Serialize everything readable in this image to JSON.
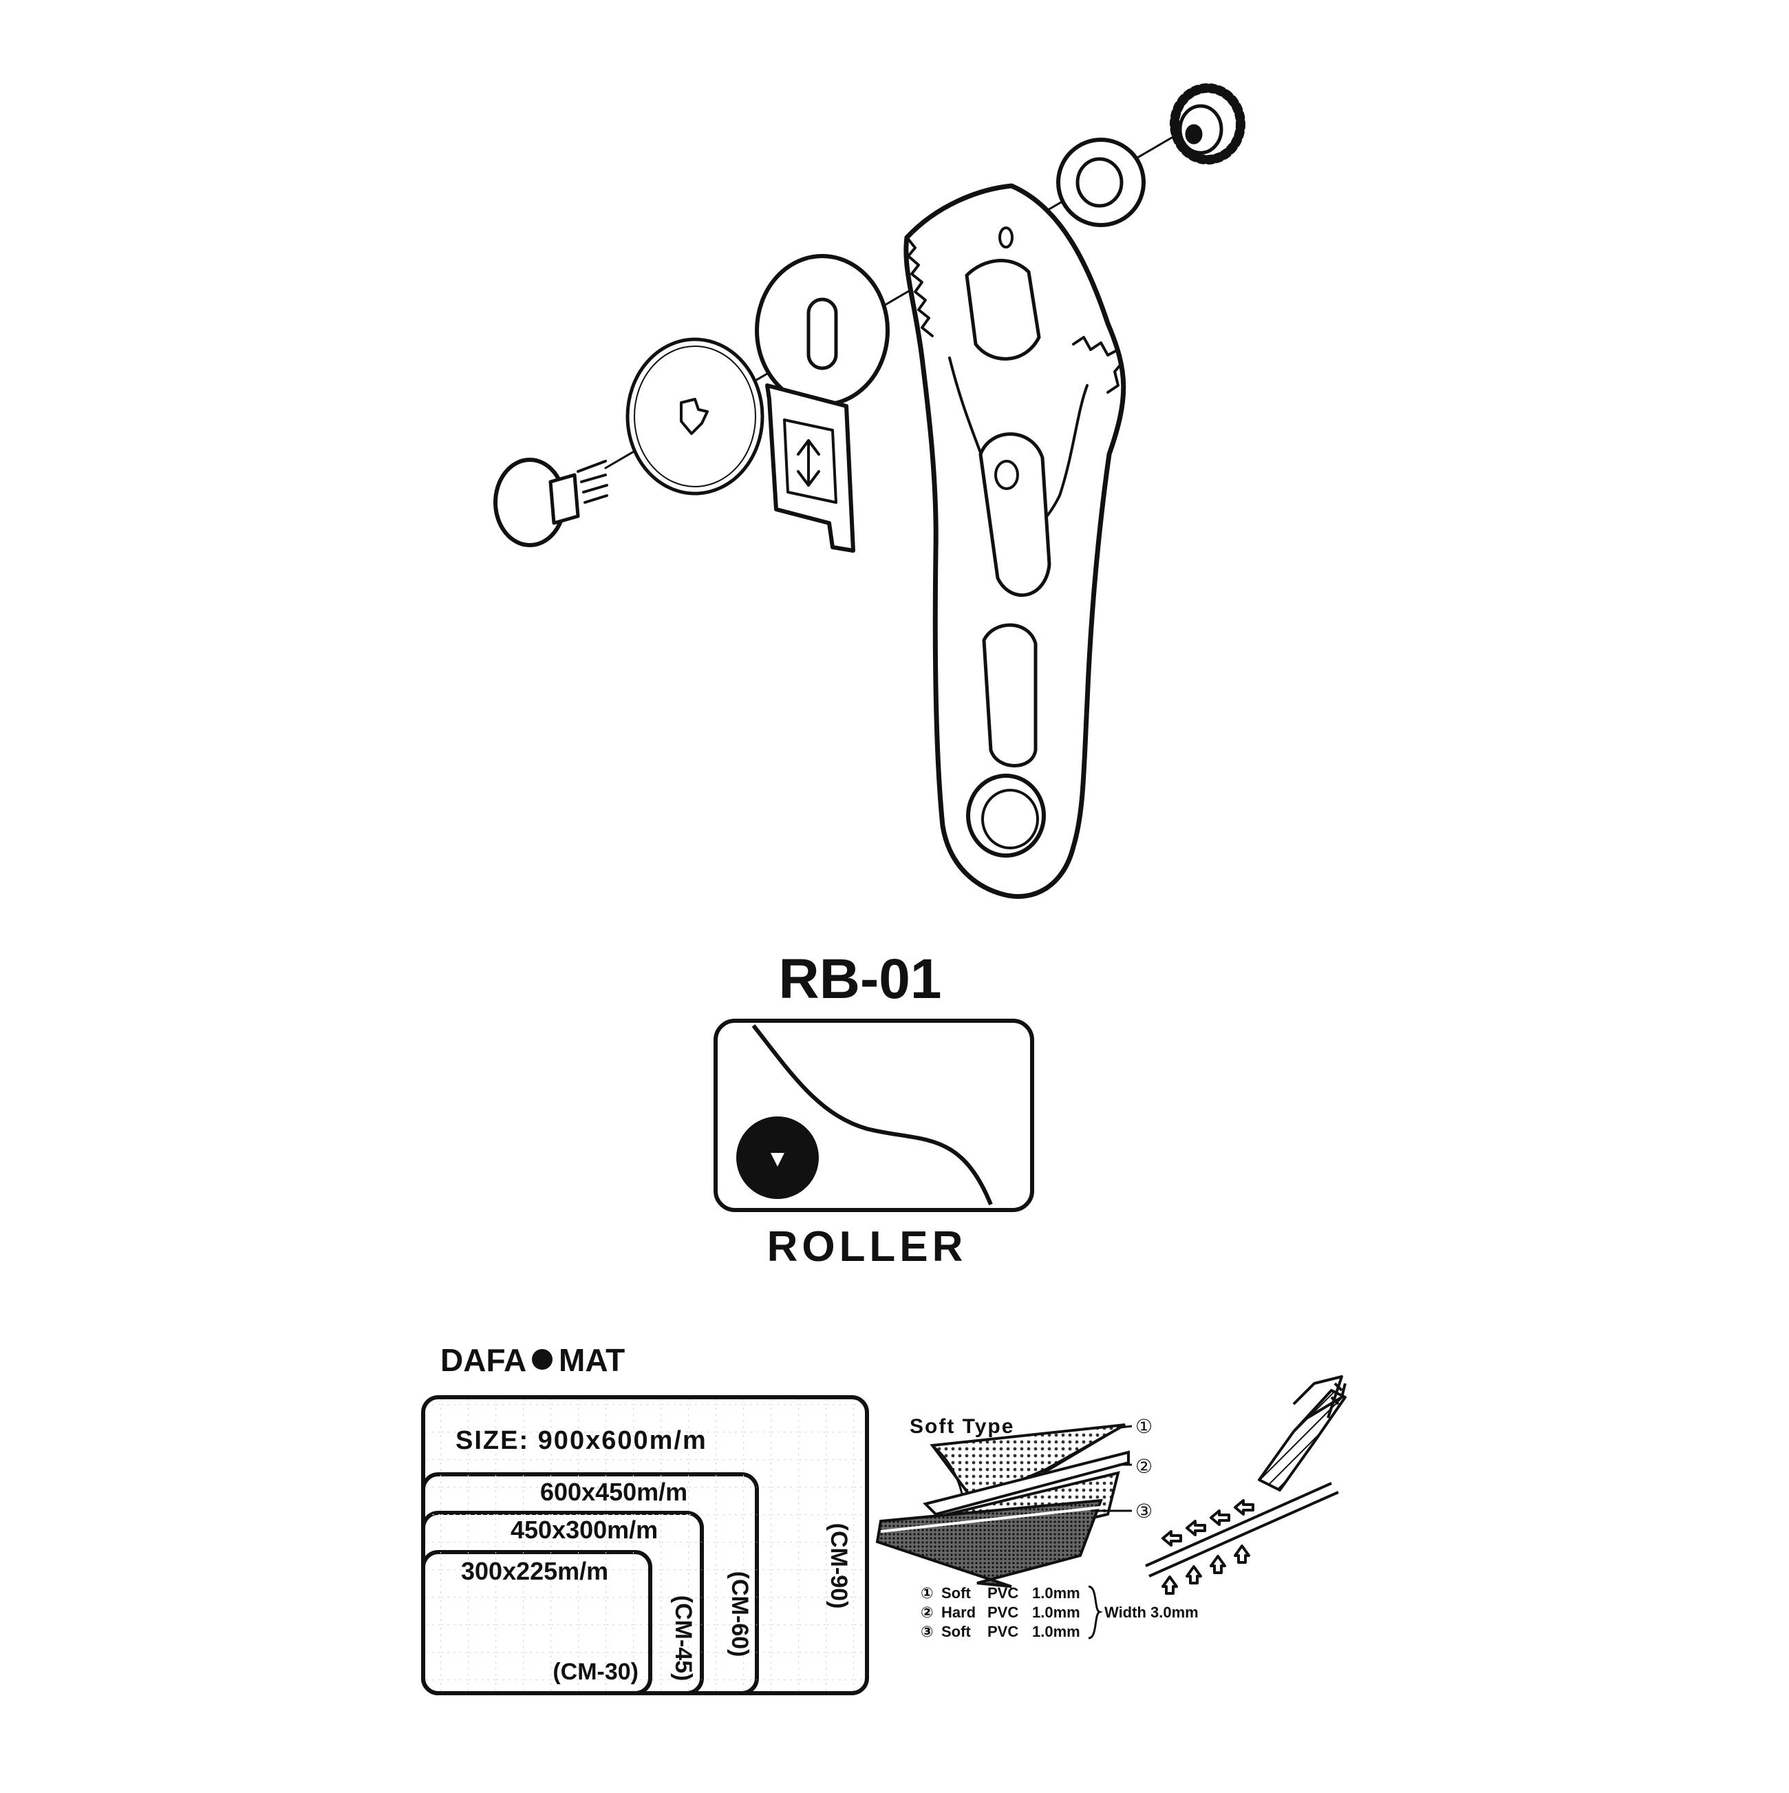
{
  "product": {
    "model": "RB-01",
    "blade_label": "ROLLER"
  },
  "mat": {
    "brand_left": "DAFA",
    "brand_right": "MAT",
    "sizes": [
      {
        "size": "SIZE: 900x600m/m",
        "code": "(CM-90)"
      },
      {
        "size": "600x450m/m",
        "code": "(CM-60)"
      },
      {
        "size": "450x300m/m",
        "code": "(CM-45)"
      },
      {
        "size": "300x225m/m",
        "code": "(CM-30)"
      }
    ]
  },
  "layers": {
    "type_label": "Soft Type",
    "markers": [
      "①",
      "②",
      "③"
    ],
    "rows": [
      {
        "marker": "①",
        "kind": "Soft",
        "material": "PVC",
        "thickness": "1.0mm"
      },
      {
        "marker": "②",
        "kind": "Hard",
        "material": "PVC",
        "thickness": "1.0mm"
      },
      {
        "marker": "③",
        "kind": "Soft",
        "material": "PVC",
        "thickness": "1.0mm"
      }
    ],
    "total": "Width 3.0mm"
  },
  "icons": [
    "roller-cutter-icon",
    "blade-icon",
    "arrow-icon"
  ]
}
